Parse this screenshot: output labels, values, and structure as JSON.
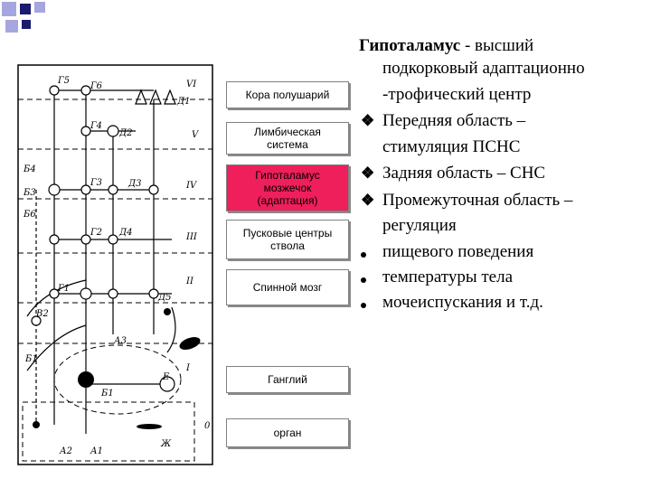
{
  "theme": {
    "accent": "#ee1f5b",
    "square_light": "#a6a6df",
    "square_dark": "#1a1a6e"
  },
  "diagram": {
    "layer_labels": [
      "VI",
      "V",
      "IV",
      "III",
      "II",
      "I"
    ],
    "node_labels": [
      "Г5",
      "Г6",
      "Д1",
      "Г4",
      "Д2",
      "Б4",
      "Б3",
      "Б6",
      "Г3",
      "Д3",
      "Г2",
      "Д4",
      "Г1",
      "Д5",
      "В2",
      "Б1",
      "А3",
      "Б1",
      "Е",
      "А2",
      "А1",
      "Ж",
      "0"
    ]
  },
  "boxes": [
    {
      "label": "Кора полушарий"
    },
    {
      "label": "Лимбическая\nсистема"
    },
    {
      "label": "Гипоталамус\nмозжечок\n(адаптация)"
    },
    {
      "label": "Пусковые центры\nствола"
    },
    {
      "label": "Спинной мозг"
    },
    {
      "label": "Ганглий"
    },
    {
      "label": "орган"
    }
  ],
  "text": {
    "line1_bold": "Гипоталамус",
    "line1_rest": " - высший",
    "line2": "подкорковый адаптационно",
    "line3": "-трофический центр",
    "line4": "Передняя область –",
    "line5": "стимуляция ПСНС",
    "line6": "Задняя область – СНС",
    "line7": "Промежуточная область –",
    "line8": "регуляция",
    "line9": "пищевого поведения",
    "line10": "температуры тела",
    "line11": "мочеиспускания и т.д."
  }
}
